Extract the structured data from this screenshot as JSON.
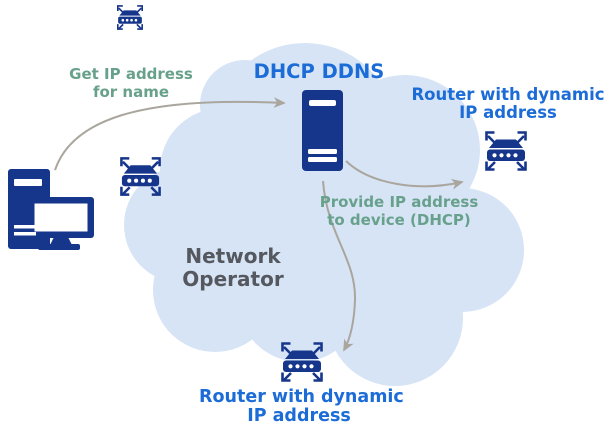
{
  "diagram": {
    "type": "network-diagram",
    "labels": {
      "server": "DHCP DDNS",
      "cloud": {
        "line1": "Network",
        "line2": "Operator"
      },
      "router_top_right": {
        "line1": "Router with dynamic",
        "line2": "IP address"
      },
      "router_bottom": {
        "line1": "Router with dynamic",
        "line2": "IP address"
      },
      "request_annotation": {
        "line1": "Get IP address",
        "line2": "for name"
      },
      "response_annotation": {
        "line1": "Provide IP address",
        "line2": "to device (DHCP)"
      }
    },
    "icons": {
      "client": "desktop-computer-icon",
      "server": "server-tower-icon",
      "router": "router-with-four-arrows-icon",
      "cloud": "cloud-shape"
    },
    "colors": {
      "icon_navy": "#16368c",
      "label_blue": "#1c6cd8",
      "annotation_green": "#68a18b",
      "cloud_fill": "#d6e4f6",
      "cloud_text_gray": "#55585e",
      "arrow_gray": "#aaa69d",
      "background": "#ffffff"
    }
  }
}
